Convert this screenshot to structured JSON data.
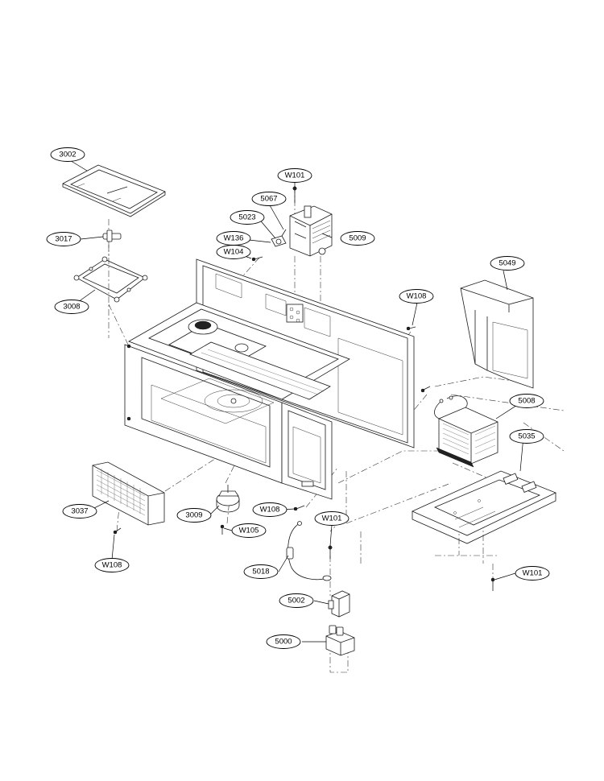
{
  "diagram": {
    "callouts": [
      {
        "id": "c3002",
        "label": "3002"
      },
      {
        "id": "c3017",
        "label": "3017"
      },
      {
        "id": "c3008",
        "label": "3008"
      },
      {
        "id": "cW101a",
        "label": "W101"
      },
      {
        "id": "c5067",
        "label": "5067"
      },
      {
        "id": "c5023",
        "label": "5023"
      },
      {
        "id": "cW136",
        "label": "W136"
      },
      {
        "id": "cW104",
        "label": "W104"
      },
      {
        "id": "c5009",
        "label": "5009"
      },
      {
        "id": "c5049",
        "label": "5049"
      },
      {
        "id": "cW108a",
        "label": "W108"
      },
      {
        "id": "c5008",
        "label": "5008"
      },
      {
        "id": "c5035",
        "label": "5035"
      },
      {
        "id": "c3037",
        "label": "3037"
      },
      {
        "id": "c3009",
        "label": "3009"
      },
      {
        "id": "cW108b",
        "label": "W108"
      },
      {
        "id": "cW101b",
        "label": "W101"
      },
      {
        "id": "cW105",
        "label": "W105"
      },
      {
        "id": "cW108c",
        "label": "W108"
      },
      {
        "id": "c5018",
        "label": "5018"
      },
      {
        "id": "cW101c",
        "label": "W101"
      },
      {
        "id": "c5002",
        "label": "5002"
      },
      {
        "id": "c5000",
        "label": "5000"
      }
    ]
  }
}
